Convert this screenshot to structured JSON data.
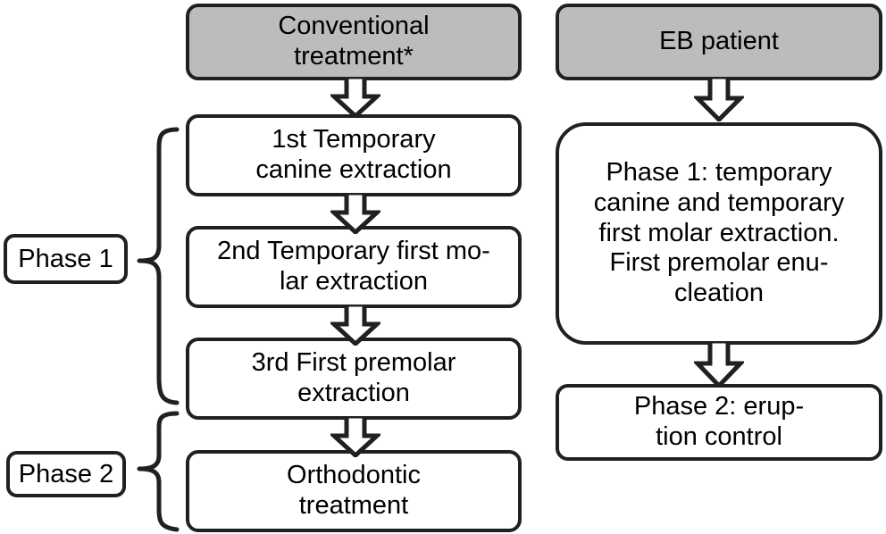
{
  "diagram": {
    "title_present": false,
    "colors": {
      "header_fill": "#bbbcbe",
      "box_fill": "#ffffff",
      "stroke": "#231f20",
      "arrow_fill": "#ffffff",
      "text": "#000000"
    },
    "columns": [
      {
        "id": "conventional",
        "header": "Conventional\ntreatment*",
        "steps": [
          "1st Temporary\ncanine extraction",
          "2nd Temporary first mo-\nlar extraction",
          "3rd First premolar\nextraction",
          "Orthodontic\ntreatment"
        ]
      },
      {
        "id": "eb-patient",
        "header": "EB patient",
        "steps": [
          "Phase 1: temporary\ncanine and temporary\nfirst molar extraction.\nFirst premolar enu-\ncleation",
          "Phase 2: erup-\ntion control"
        ]
      }
    ],
    "phase_labels": [
      {
        "id": "phase-1",
        "text": "Phase 1"
      },
      {
        "id": "phase-2",
        "text": "Phase 2"
      }
    ],
    "arrow_count": 7,
    "brace_count": 2
  }
}
